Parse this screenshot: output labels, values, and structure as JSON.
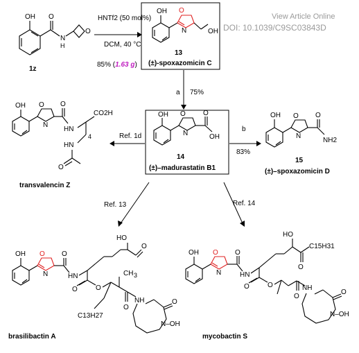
{
  "watermark": {
    "line1": "View Article Online",
    "line2": "DOI: 10.1039/C9SC03843D"
  },
  "reaction_top": {
    "reagent": "HNTf2 (50 mol%)",
    "conditions": "DCM, 40 °C",
    "yield": "85% (",
    "yield_mass": "1.63 g",
    "yield_close": ")"
  },
  "compounds": {
    "c1z": {
      "number": "1z"
    },
    "c13": {
      "number": "13",
      "name": "(±)-spoxazomicin C"
    },
    "c14": {
      "number": "14",
      "name": "(±)–madurastatin B1"
    },
    "c15": {
      "number": "15",
      "name": "(±)–spoxazomicin D"
    },
    "transvalencin": {
      "name": "transvalencin Z"
    },
    "brasilibactin": {
      "name": "brasilibactin A"
    },
    "mycobactin": {
      "name": "mycobactin S"
    }
  },
  "steps": {
    "a": {
      "label": "a",
      "yield": "75%"
    },
    "b": {
      "label": "b",
      "yield": "83%"
    },
    "ref1d": "Ref. 1d",
    "ref13": "Ref. 13",
    "ref14": "Ref. 14"
  },
  "atoms": {
    "oh": "OH",
    "o": "O",
    "n": "N",
    "h": "H",
    "nh": "NH",
    "hn": "HN",
    "co2h": "CO2H",
    "nh2": "NH2",
    "ho": "HO",
    "c13h27": "C13H27",
    "c15h31": "C15H31",
    "subscript4": "4",
    "noh": "N–OH",
    "nho": "N–OH"
  }
}
